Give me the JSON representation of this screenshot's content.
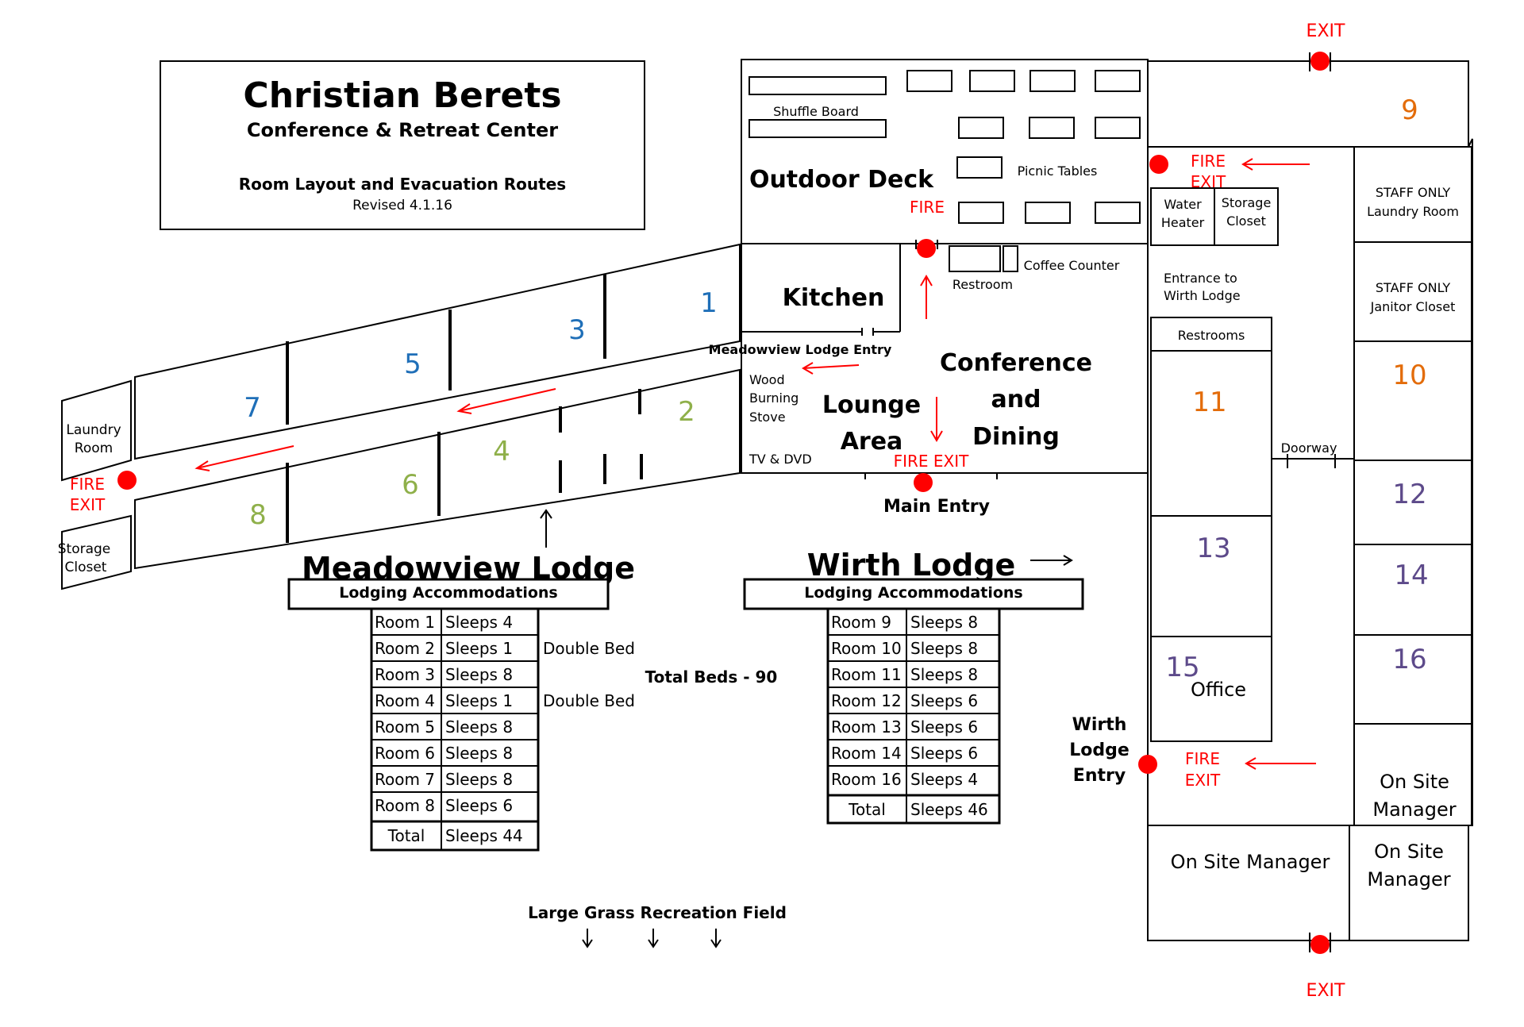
{
  "header": {
    "title": "Christian Berets",
    "subtitle": "Conference & Retreat Center",
    "heading": "Room Layout and Evacuation Routes",
    "revised": "Revised 4.1.16"
  },
  "areas": {
    "outdoor_deck": "Outdoor Deck",
    "shuffle_board": "Shuffle Board",
    "picnic_tables": "Picnic Tables",
    "kitchen": "Kitchen",
    "coffee_counter": "Coffee Counter",
    "restroom": "Restroom",
    "meadowview_entry": "Meadowview Lodge Entry",
    "wood_stove": [
      "Wood",
      "Burning",
      "Stove"
    ],
    "tv_dvd": "TV & DVD",
    "lounge": [
      "Lounge",
      "Area"
    ],
    "conference": [
      "Conference",
      "and",
      "Dining"
    ],
    "main_entry": "Main Entry",
    "water_heater": [
      "Water",
      "Heater"
    ],
    "storage_closet_w": [
      "Storage",
      "Closet"
    ],
    "entrance_wirth": [
      "Entrance to",
      "Wirth Lodge"
    ],
    "restrooms": "Restrooms",
    "staff_laundry": [
      "STAFF ONLY",
      "Laundry Room"
    ],
    "staff_janitor": [
      "STAFF ONLY",
      "Janitor Closet"
    ],
    "doorway": "Doorway",
    "office": "Office",
    "wirth_entry": [
      "Wirth",
      "Lodge",
      "Entry"
    ],
    "on_site_manager_1": [
      "On Site",
      "Manager"
    ],
    "on_site_manager_2": "On Site Manager",
    "on_site_manager_3": [
      "On Site",
      "Manager"
    ],
    "laundry_room": [
      "Laundry",
      "Room"
    ],
    "storage_closet_m": [
      "Storage",
      "Closet"
    ],
    "grass_field": "Large Grass Recreation Field"
  },
  "labels": {
    "fire": "FIRE",
    "fire_exit": "FIRE EXIT",
    "fire_word": "FIRE",
    "exit_word": "EXIT",
    "exit": "EXIT"
  },
  "room_numbers": {
    "r1": "1",
    "r2": "2",
    "r3": "3",
    "r4": "4",
    "r5": "5",
    "r6": "6",
    "r7": "7",
    "r8": "8",
    "r9": "9",
    "r10": "10",
    "r11": "11",
    "r12": "12",
    "r13": "13",
    "r14": "14",
    "r15": "15",
    "r16": "16"
  },
  "colors": {
    "fire_red": "#ff0000",
    "room_blue": "#1f6fb8",
    "room_green": "#8fb04a",
    "room_orange": "#e36c0a",
    "room_purple": "#5d4a8a"
  },
  "meadowview": {
    "title": "Meadowview Lodge",
    "subtitle": "Lodging Accommodations",
    "rows": [
      {
        "room": "Room 1",
        "sleeps": "Sleeps 4",
        "note": ""
      },
      {
        "room": "Room 2",
        "sleeps": "Sleeps 1",
        "note": "Double Bed"
      },
      {
        "room": "Room 3",
        "sleeps": "Sleeps 8",
        "note": ""
      },
      {
        "room": "Room 4",
        "sleeps": "Sleeps 1",
        "note": "Double Bed"
      },
      {
        "room": "Room 5",
        "sleeps": "Sleeps 8",
        "note": ""
      },
      {
        "room": "Room 6",
        "sleeps": "Sleeps 8",
        "note": ""
      },
      {
        "room": "Room 7",
        "sleeps": "Sleeps 8",
        "note": ""
      },
      {
        "room": "Room 8",
        "sleeps": "Sleeps 6",
        "note": ""
      }
    ],
    "total_label": "Total",
    "total_value": "Sleeps 44"
  },
  "total_beds": "Total Beds - 90",
  "wirth": {
    "title": "Wirth Lodge",
    "subtitle": "Lodging Accommodations",
    "rows": [
      {
        "room": "Room 9",
        "sleeps": "Sleeps 8"
      },
      {
        "room": "Room 10",
        "sleeps": "Sleeps 8"
      },
      {
        "room": "Room 11",
        "sleeps": "Sleeps 8"
      },
      {
        "room": "Room 12",
        "sleeps": "Sleeps 6"
      },
      {
        "room": "Room 13",
        "sleeps": "Sleeps 6"
      },
      {
        "room": "Room 14",
        "sleeps": "Sleeps 6"
      },
      {
        "room": "Room 16",
        "sleeps": "Sleeps 4"
      }
    ],
    "total_label": "Total",
    "total_value": "Sleeps 46"
  }
}
